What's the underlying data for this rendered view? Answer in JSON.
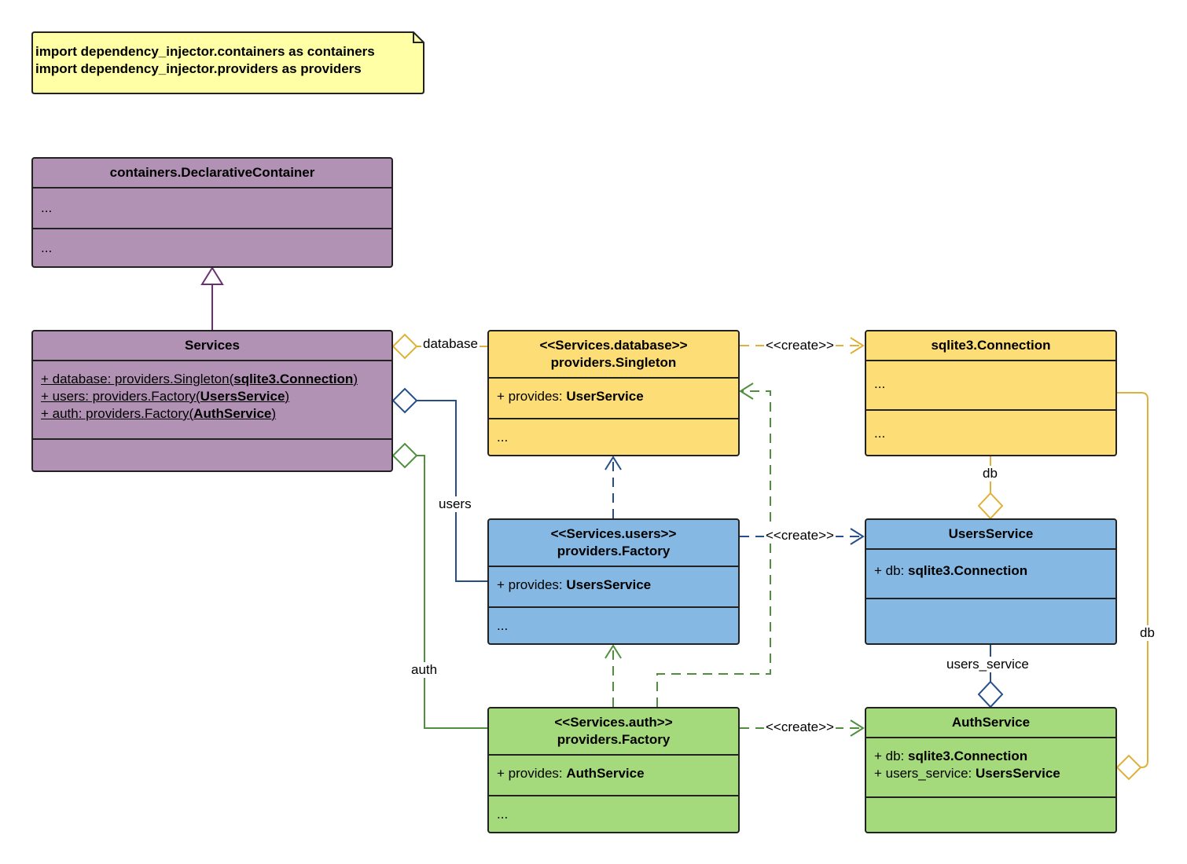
{
  "note": {
    "line1": "import dependency_injector.containers as containers",
    "line2": "import dependency_injector.providers as providers"
  },
  "declarative": {
    "title": "containers.DeclarativeContainer",
    "attrs": "...",
    "methods": "..."
  },
  "services": {
    "title": "Services",
    "rows": [
      {
        "pre": "+ database: providers.Singleton(",
        "bold": "sqlite3.Connection",
        "post": ")"
      },
      {
        "pre": "+ users: providers.Factory(",
        "bold": "UsersService",
        "post": ")"
      },
      {
        "pre": "+ auth: providers.Factory(",
        "bold": "AuthService",
        "post": ")"
      }
    ]
  },
  "singleton": {
    "stereotype": "<<Services.database>>",
    "title": "providers.Singleton",
    "provides_label": "+ provides: ",
    "provides_value": "UserService",
    "methods": "..."
  },
  "users_factory": {
    "stereotype": "<<Services.users>>",
    "title": "providers.Factory",
    "provides_label": "+ provides: ",
    "provides_value": "UsersService",
    "methods": "..."
  },
  "auth_factory": {
    "stereotype": "<<Services.auth>>",
    "title": "providers.Factory",
    "provides_label": "+ provides: ",
    "provides_value": "AuthService",
    "methods": "..."
  },
  "sqlite": {
    "title": "sqlite3.Connection",
    "attrs": "...",
    "methods": "..."
  },
  "users_service": {
    "title": "UsersService",
    "db_label": "+ db: ",
    "db_value": "sqlite3.Connection"
  },
  "auth_service": {
    "title": "AuthService",
    "db_label": "+ db: ",
    "db_value": "sqlite3.Connection",
    "us_label": "+ users_service: ",
    "us_value": "UsersService"
  },
  "labels": {
    "database": "database",
    "users": "users",
    "auth": "auth",
    "create1": "<<create>>",
    "create2": "<<create>>",
    "create3": "<<create>>",
    "db1": "db",
    "db2": "db",
    "users_service": "users_service"
  },
  "colors": {
    "purple_fill": "#b191b4",
    "yellow_fill": "#fddd75",
    "blue_fill": "#85b8e2",
    "green_fill": "#a4d97c",
    "note_fill": "#ffffa6",
    "purple_line": "#6b2f73",
    "yellow_line": "#e0b13a",
    "blue_line": "#244f8a",
    "green_line": "#4f8f3e"
  }
}
